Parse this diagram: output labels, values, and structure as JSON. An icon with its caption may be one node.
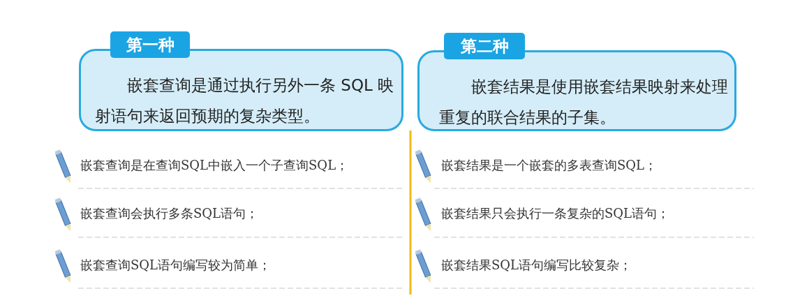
{
  "diagram": {
    "nodes": [
      {
        "text": [
          "第一种",
          "嵌套查询是通过执行另外一条 SQL 映射语句来返回预期的复杂类型。"
        ]
      },
      {
        "text": [
          "第二种",
          "嵌套结果是使用嵌套结果映射来处理重复的联合结果的子集。"
        ]
      }
    ],
    "labels": [
      "嵌套查询是在查询SQL中嵌入一个子查询SQL；",
      "嵌套结果是一个嵌套的多表查询SQL；",
      "嵌套查询会执行多条SQL语句；",
      "嵌套结果只会执行一条复杂的SQL语句；",
      "嵌套查询SQL语句编写较为简单；",
      "嵌套结果SQL语句编写比较复杂；"
    ]
  }
}
